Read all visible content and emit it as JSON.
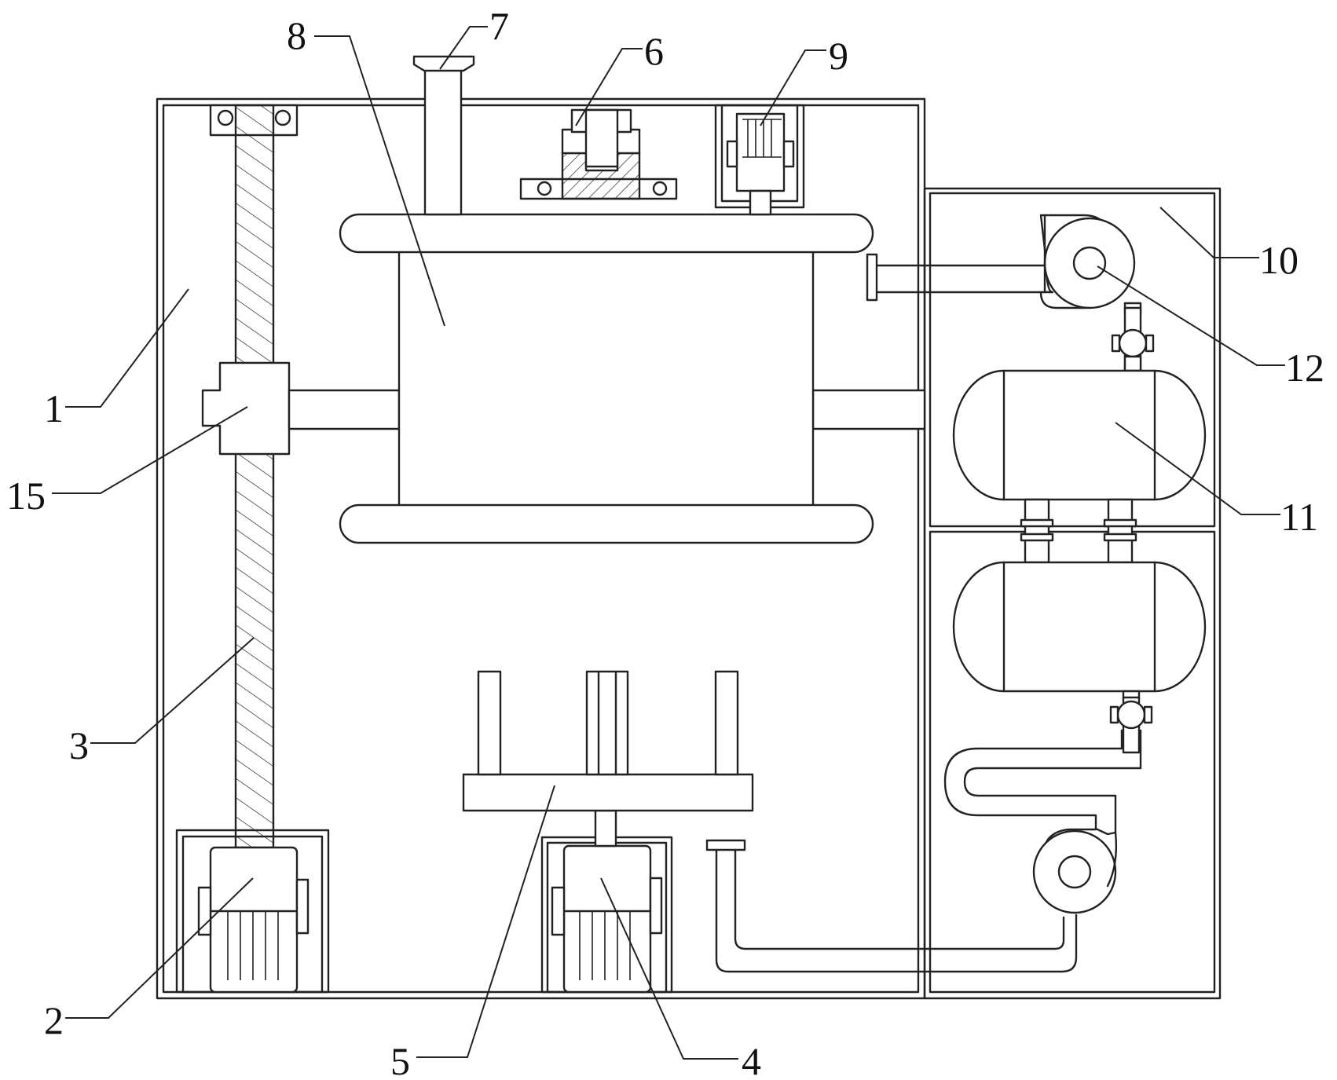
{
  "labels": {
    "l1": "1",
    "l2": "2",
    "l3": "3",
    "l4": "4",
    "l5": "5",
    "l6": "6",
    "l7": "7",
    "l8": "8",
    "l9": "9",
    "l10": "10",
    "l11": "11",
    "l12": "12",
    "l15": "15"
  },
  "colors": {
    "line": "#222222",
    "background": "#ffffff"
  }
}
